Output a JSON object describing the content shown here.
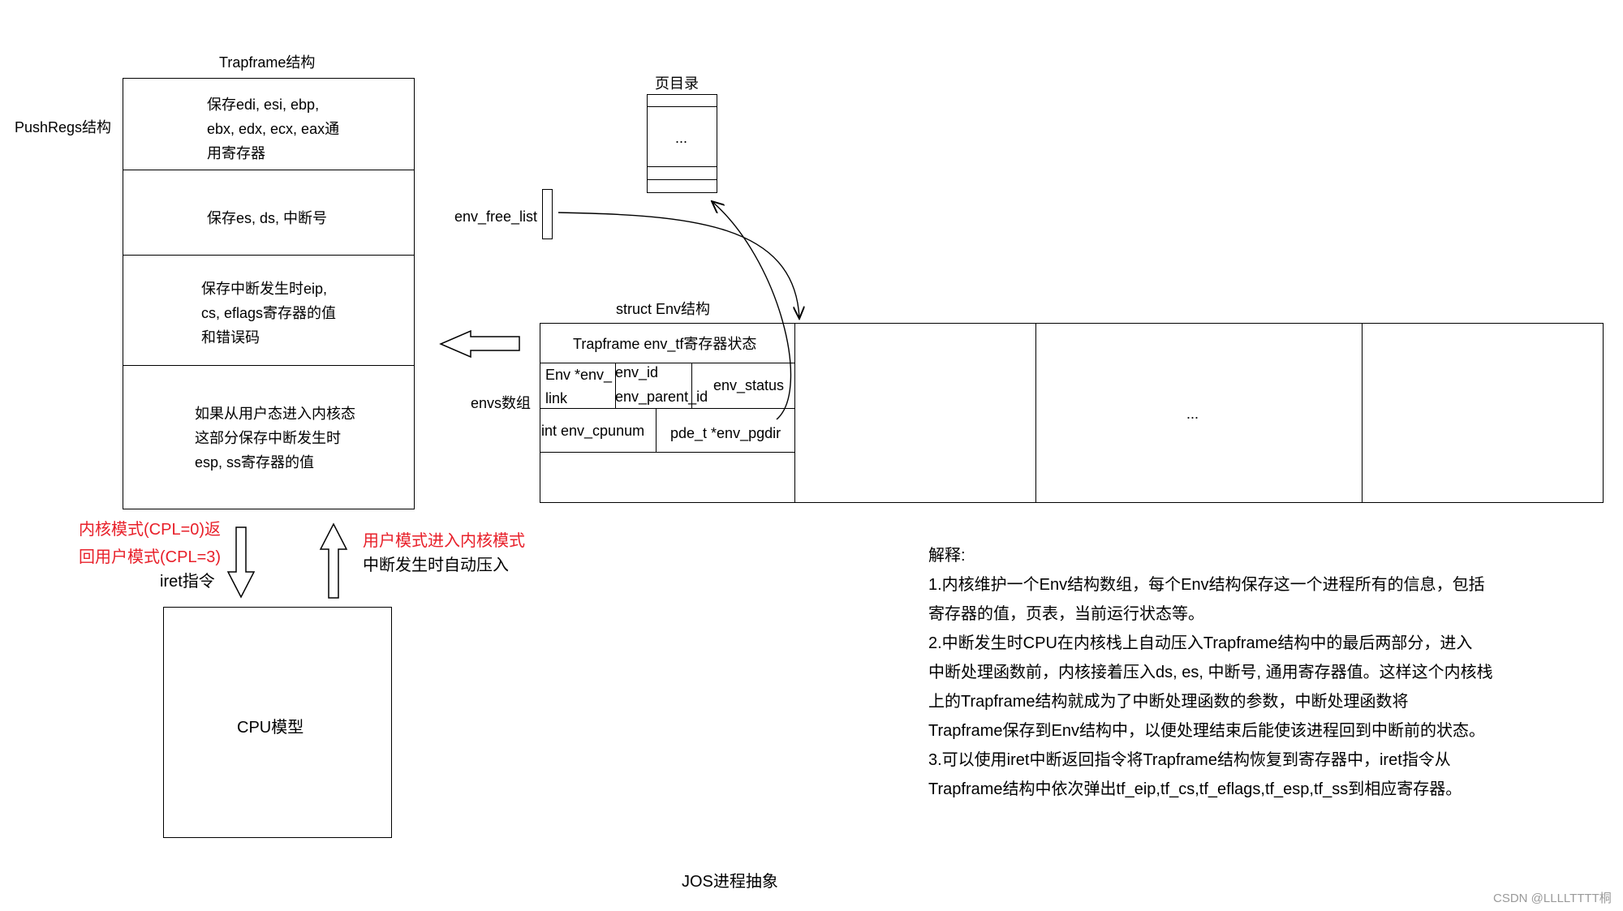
{
  "trapframe": {
    "title": "Trapframe结构",
    "pushregs_label": "PushRegs结构",
    "section1": [
      "保存edi, esi, ebp,",
      "ebx, edx, ecx, eax通",
      "用寄存器"
    ],
    "section2": [
      "保存es, ds, 中断号"
    ],
    "section3": [
      "保存中断发生时eip,",
      "cs, eflags寄存器的值",
      "和错误码"
    ],
    "section4": [
      "如果从用户态进入内核态",
      "这部分保存中断发生时",
      "esp, ss寄存器的值"
    ]
  },
  "arrows": {
    "down_label_red": [
      "内核模式(CPL=0)返",
      "回用户模式(CPL=3)"
    ],
    "down_label": "iret指令",
    "up_label_red": "用户模式进入内核模式",
    "up_label": "中断发生时自动压入"
  },
  "cpu": {
    "label": "CPU模型"
  },
  "page_dir": {
    "title": "页目录",
    "ellipsis": "..."
  },
  "env_free_list": {
    "label": "env_free_list"
  },
  "env": {
    "title": "struct Env结构",
    "envs_label": "envs数组",
    "tf": "Trapframe env_tf寄存器状态",
    "link": [
      "Env *env_",
      "link"
    ],
    "id": "env_id",
    "parent": "env_parent_id",
    "status": "env_status",
    "cpunum": "int env_cpunum",
    "pgdir": "pde_t *env_pgdir",
    "ellipsis": "..."
  },
  "explanation": {
    "heading": "解释:",
    "lines": [
      "1.内核维护一个Env结构数组，每个Env结构保存这一个进程所有的信息，包括",
      "寄存器的值，页表，当前运行状态等。",
      "2.中断发生时CPU在内核栈上自动压入Trapframe结构中的最后两部分，进入",
      "中断处理函数前，内核接着压入ds, es, 中断号, 通用寄存器值。这样这个内核栈",
      "上的Trapframe结构就成为了中断处理函数的参数，中断处理函数将",
      "Trapframe保存到Env结构中，以便处理结束后能使该进程回到中断前的状态。",
      "3.可以使用iret中断返回指令将Trapframe结构恢复到寄存器中，iret指令从",
      "Trapframe结构中依次弹出tf_eip,tf_cs,tf_eflags,tf_esp,tf_ss到相应寄存器。"
    ]
  },
  "caption": "JOS进程抽象",
  "watermark": "CSDN @LLLLTTTT桐"
}
